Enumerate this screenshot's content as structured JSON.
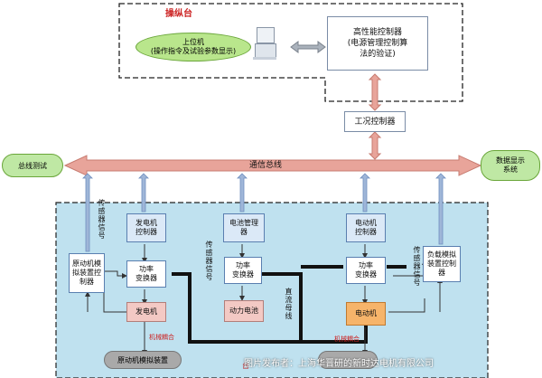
{
  "console": {
    "label": "操纵台"
  },
  "host_pc": {
    "line1": "上位机",
    "line2": "(操作指令及试验参数显示)"
  },
  "hp_controller": {
    "line1": "高性能控制器",
    "line2": "(电源管理控制算",
    "line3": "法的验证)"
  },
  "work_controller": {
    "label": "工况控制器"
  },
  "bus": {
    "label": "通信总线",
    "left": "总线测试",
    "right_line1": "数据显示",
    "right_line2": "系统"
  },
  "gen_controller": {
    "line1": "发电机",
    "line2": "控制器"
  },
  "bms": {
    "line1": "电池管理",
    "line2": "器"
  },
  "motor_controller": {
    "line1": "电动机",
    "line2": "控制器"
  },
  "prime_sim_controller": {
    "line1": "原动机模",
    "line2": "拟装置控",
    "line3": "制器"
  },
  "load_sim_controller": {
    "line1": "负载模拟",
    "line2": "装置控制",
    "line3": "器"
  },
  "converter_gen": {
    "line1": "功率",
    "line2": "变换器"
  },
  "converter_bat": {
    "line1": "功率",
    "line2": "变换器"
  },
  "converter_motor": {
    "line1": "功率",
    "line2": "变换器"
  },
  "generator": {
    "label": "发电机"
  },
  "battery": {
    "label": "动力电池"
  },
  "motor": {
    "label": "电动机"
  },
  "sensor_signal_1": {
    "label": "传感器信号"
  },
  "sensor_signal_2": {
    "label": "传感器信号"
  },
  "sensor_signal_3": {
    "label": "传感器信号"
  },
  "dc_bus": {
    "label": "直流母线"
  },
  "coupling_1": {
    "label": "机械耦合"
  },
  "coupling_2": {
    "label": "机械耦合"
  },
  "prime_sim": {
    "label": "原动机模拟装置"
  },
  "bottom_small": {
    "label": "台"
  },
  "watermark": {
    "label": "图片发布者：上海华晋研的新时达电机有限公司"
  },
  "colors": {
    "bus": "#e8a49a",
    "panel": "#bfe1ef",
    "accent_red": "#cc2222"
  }
}
